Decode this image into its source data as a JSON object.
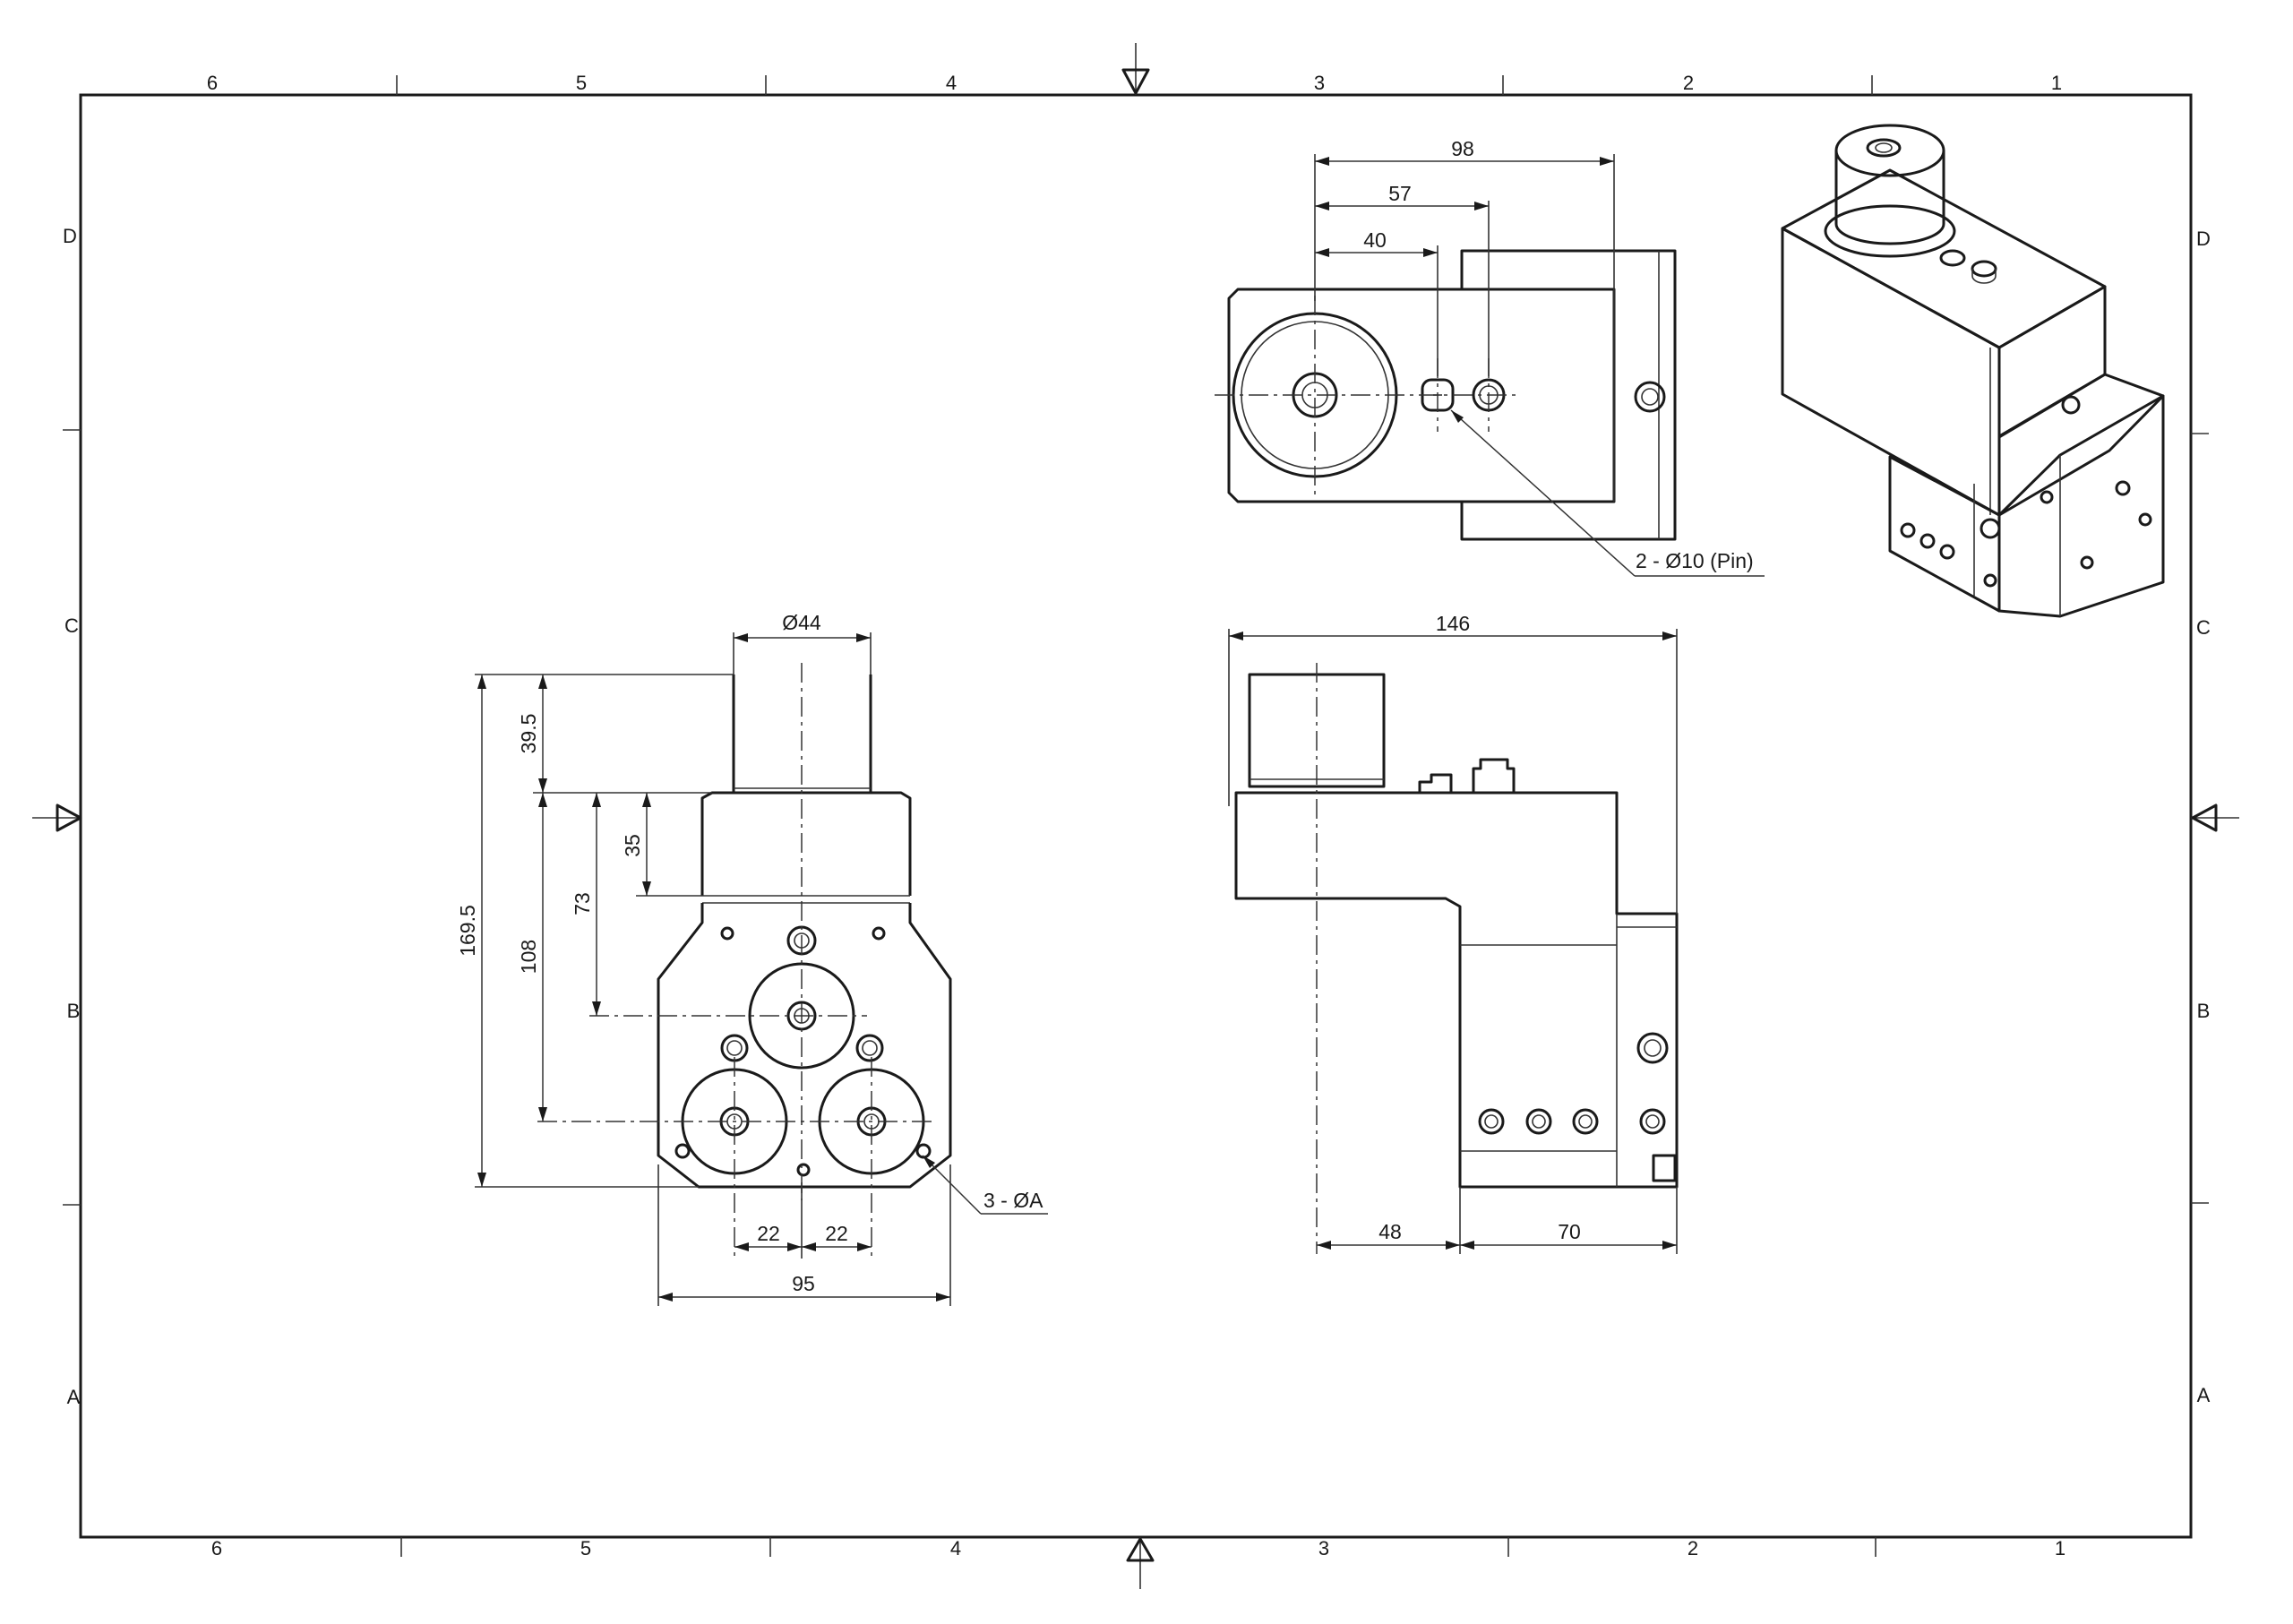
{
  "zones": {
    "columns": [
      "6",
      "5",
      "4",
      "3",
      "2",
      "1"
    ],
    "rows": [
      "D",
      "C",
      "B",
      "A"
    ]
  },
  "top_view": {
    "dims": [
      "98",
      "57",
      "40"
    ],
    "callout": "2 - Ø10 (Pin)"
  },
  "front_view": {
    "dims": [
      "Ø44",
      "39.5",
      "169.5",
      "108",
      "73",
      "35",
      "22",
      "22",
      "95"
    ],
    "callout": "3 - ØA"
  },
  "side_view": {
    "dims": [
      "146",
      "48",
      "70"
    ]
  }
}
